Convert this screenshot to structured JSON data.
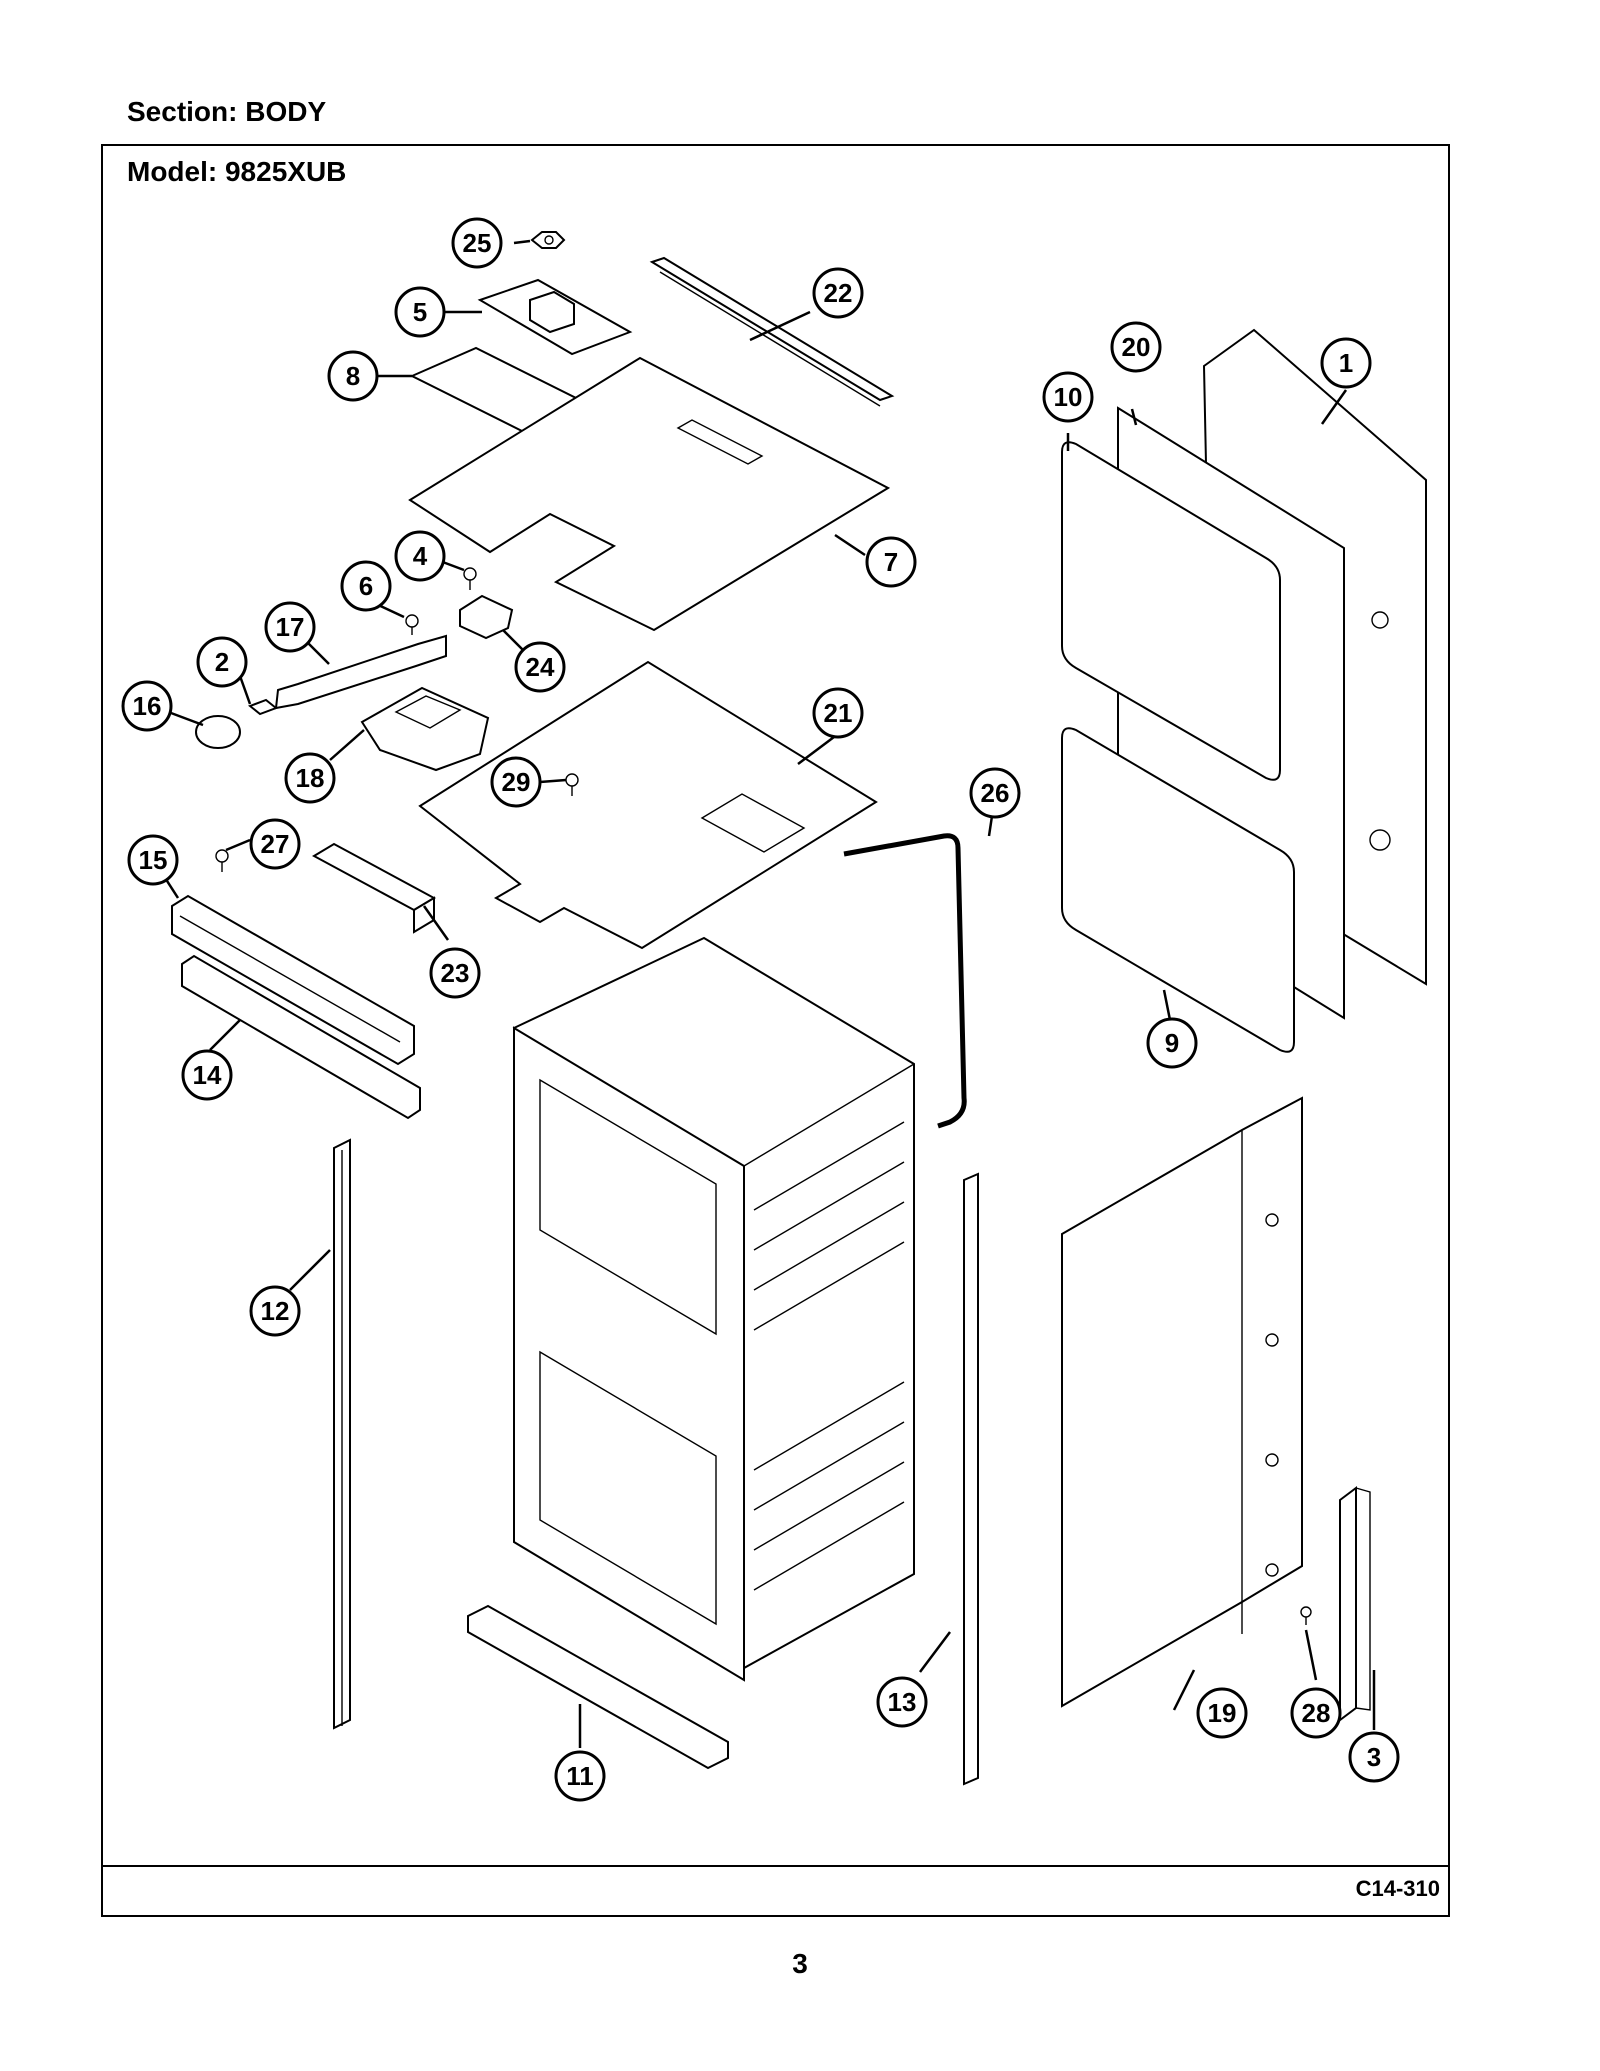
{
  "header": {
    "section_label": "Section:  BODY"
  },
  "diagram": {
    "model_label": "Model:  9825XUB",
    "code": "C14-310"
  },
  "footer": {
    "page_number": "3"
  },
  "callouts": [
    "1",
    "2",
    "3",
    "4",
    "5",
    "6",
    "7",
    "8",
    "9",
    "10",
    "11",
    "12",
    "13",
    "14",
    "15",
    "16",
    "17",
    "18",
    "19",
    "20",
    "21",
    "22",
    "23",
    "24",
    "25",
    "26",
    "27",
    "28",
    "29"
  ]
}
